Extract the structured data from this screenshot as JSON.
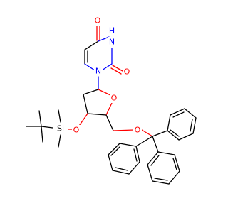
{
  "colors": {
    "carbon": "#000000",
    "nitrogen": "#0000ff",
    "oxygen": "#ff0000",
    "silicon": "#000000",
    "background": "#ffffff"
  },
  "atoms": {
    "o_top": "O",
    "nh": "H",
    "nh_n": "N",
    "o_c2": "O",
    "n1": "N",
    "o_ring": "O",
    "o_trityl": "O",
    "si": "Si",
    "o_si": "O"
  }
}
